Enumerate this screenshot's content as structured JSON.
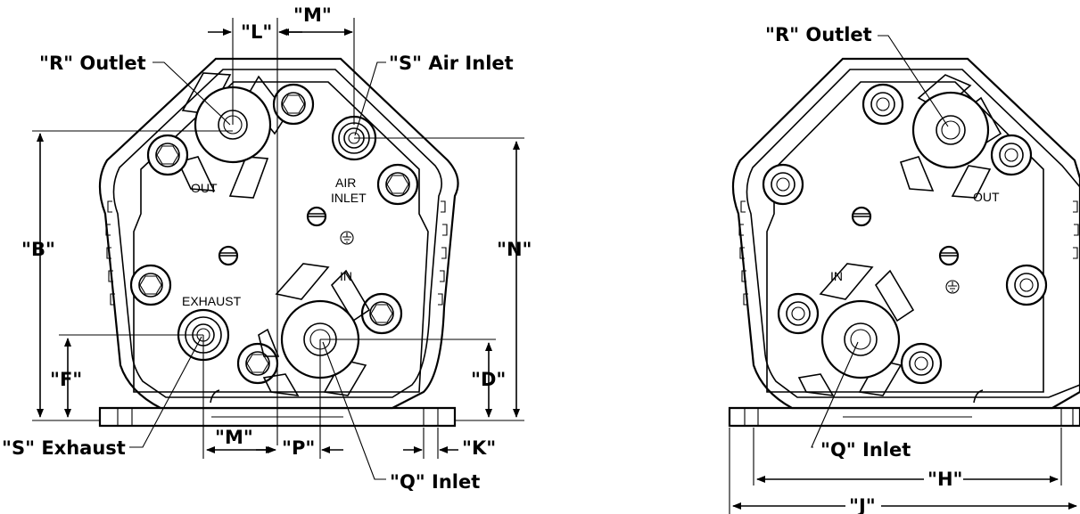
{
  "labels": {
    "r_outlet": "\"R\" Outlet",
    "s_air_inlet": "\"S\" Air Inlet",
    "s_exhaust": "\"S\" Exhaust",
    "q_inlet": "\"Q\" Inlet",
    "B": "\"B\"",
    "F": "\"F\"",
    "L": "\"L\"",
    "M": "\"M\"",
    "N": "\"N\"",
    "D": "\"D\"",
    "P": "\"P\"",
    "K": "\"K\"",
    "H": "\"H\"",
    "J": "\"J\""
  },
  "markings": {
    "out": "OUT",
    "air": "AIR",
    "inlet": "INLET",
    "exhaust": "EXHAUST",
    "in": "IN"
  }
}
